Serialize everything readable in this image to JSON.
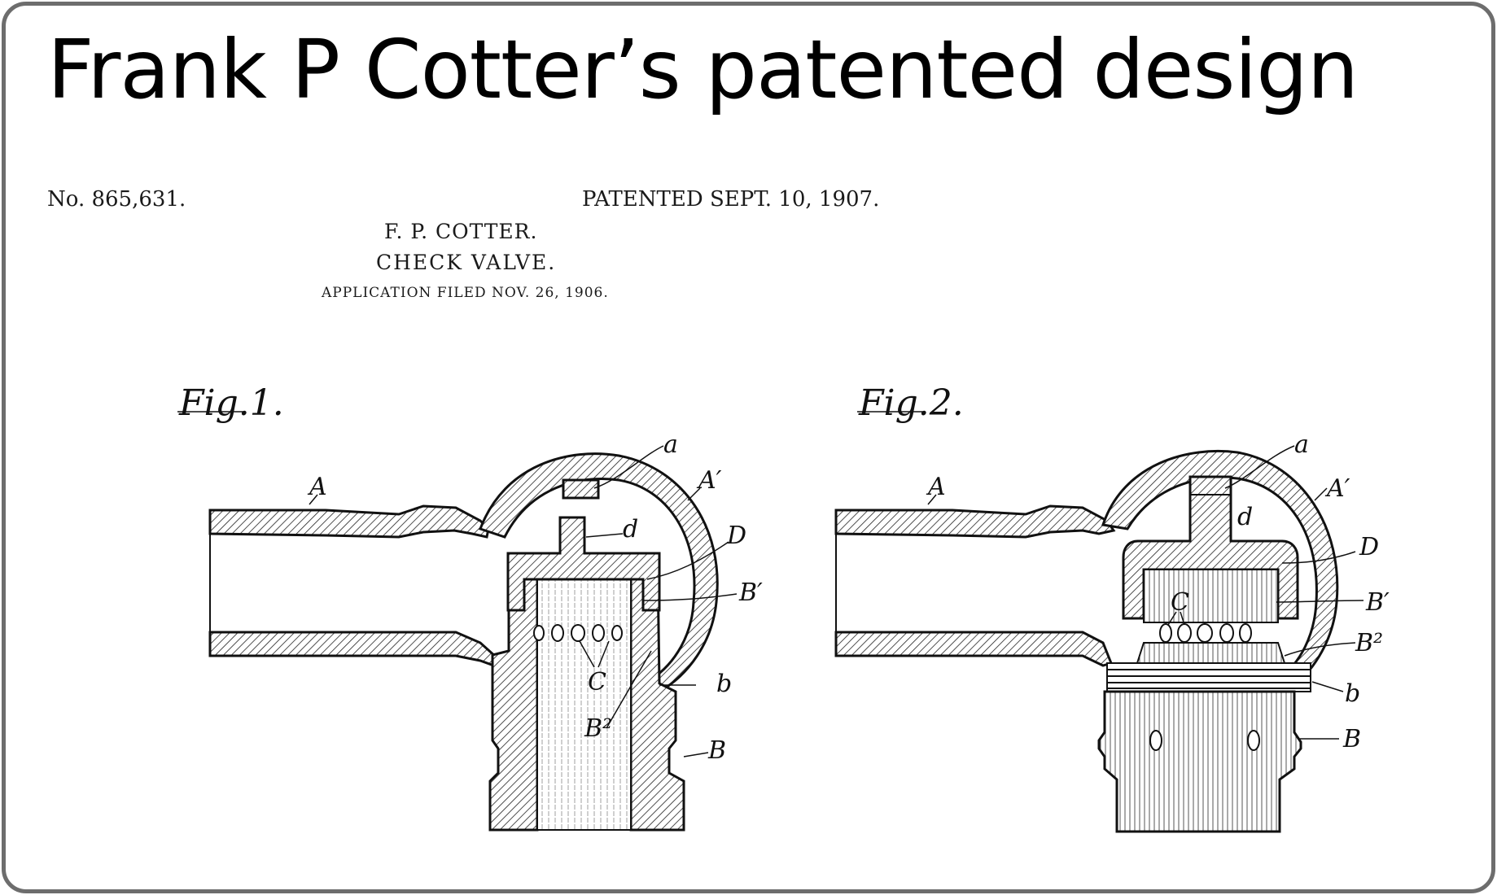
{
  "title": "Frank P Cotter’s patented design",
  "patent": {
    "number": "No. 865,631.",
    "date": "PATENTED SEPT. 10, 1907.",
    "inventor": "F. P. COTTER.",
    "invention": "CHECK VALVE.",
    "filed": "APPLICATION FILED NOV. 26, 1906."
  },
  "figures": [
    {
      "label": "Fig.1.",
      "parts": {
        "A": "A",
        "A1": "A′",
        "a": "a",
        "d": "d",
        "D": "D",
        "B1": "B′",
        "C": "C",
        "B2": "B²",
        "b": "b",
        "B": "B"
      }
    },
    {
      "label": "Fig.2.",
      "parts": {
        "A": "A",
        "A1": "A′",
        "a": "a",
        "d": "d",
        "D": "D",
        "B1": "B′",
        "C": "C",
        "B2": "B²",
        "b": "b",
        "B": "B"
      }
    }
  ],
  "colors": {
    "frame": "#6d6d6d",
    "ink": "#111111",
    "background": "#ffffff"
  }
}
